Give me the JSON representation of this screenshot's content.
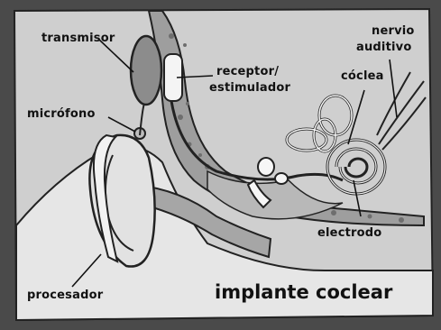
{
  "diagram": {
    "title": "implante coclear",
    "labels": {
      "transmitter": "transmisor",
      "microphone": "micrófono",
      "processor": "procesador",
      "receiver_line1": "receptor/",
      "receiver_line2": "estimulador",
      "nerve_line1": "nervio",
      "nerve_line2": "auditivo",
      "cochlea": "cóclea",
      "electrode": "electrodo"
    },
    "colors": {
      "frame": "#4a4a4a",
      "background": "#cfcfcf",
      "skin": "#e8e8e8",
      "bone": "#9a9a9a",
      "ink": "#111111"
    }
  }
}
